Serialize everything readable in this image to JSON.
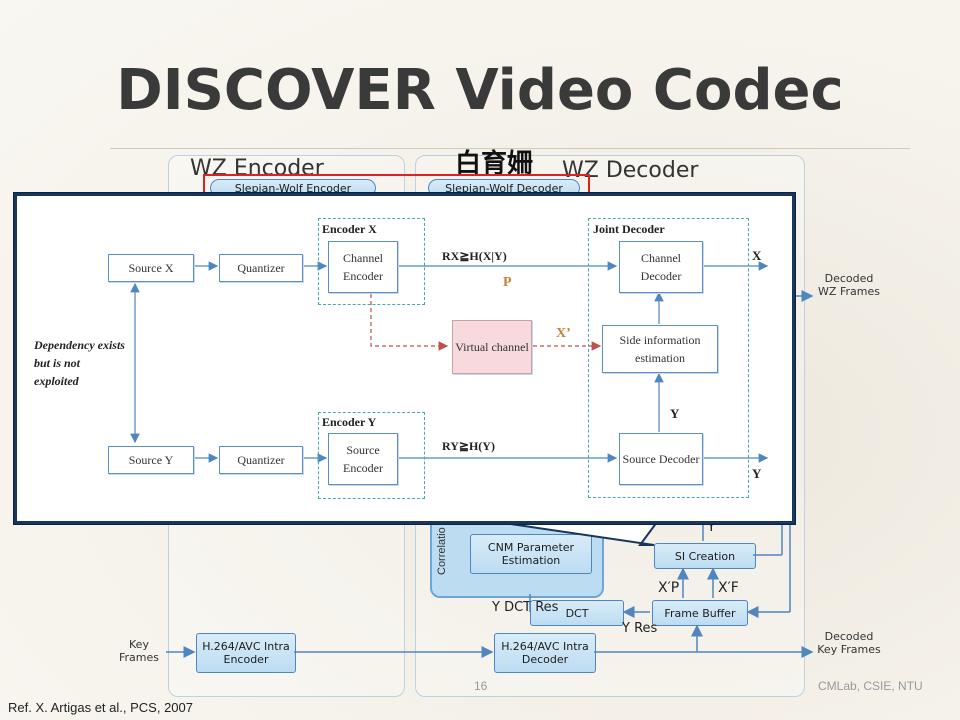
{
  "slide": {
    "title": "DISCOVER Video Codec",
    "chinese_title": "白育姍",
    "reference": "Ref. X. Artigas et al., PCS, 2007",
    "page_number": "16",
    "footer_right": "CMLab, CSIE, NTU"
  },
  "background_diagram": {
    "wz_encoder_label": "WZ Encoder",
    "wz_decoder_label": "WZ Decoder",
    "slepian_wolf_encoder": "Slepian-Wolf Encoder",
    "slepian_wolf_decoder": "Slepian-Wolf Decoder",
    "decoded_wz_frames": "Decoded WZ Frames",
    "correlation_label": "Correlatio",
    "cnm_parameter_estimation": "CNM Parameter Estimation",
    "si_creation": "SI Creation",
    "dct": "DCT",
    "frame_buffer": "Frame Buffer",
    "key_frames": "Key Frames",
    "h264_intra_encoder": "H.264/AVC Intra Encoder",
    "h264_intra_decoder": "H.264/AVC Intra Decoder",
    "decoded_key_frames": "Decoded Key Frames",
    "y_label": "Y",
    "xp_label": "X′P",
    "xf_label": "X′F",
    "y_dct_res": "Y DCT Res",
    "y_res": "Y Res",
    "colors": {
      "box_border": "#4f86bf",
      "box_fill": "#bcdcf2",
      "red_frame": "#dd2222"
    }
  },
  "popup_diagram": {
    "source_x": "Source X",
    "source_y": "Source Y",
    "quantizer_top": "Quantizer",
    "quantizer_bottom": "Quantizer",
    "encoder_x_label": "Encoder X",
    "encoder_y_label": "Encoder Y",
    "channel_encoder": "Channel Encoder",
    "source_encoder": "Source Encoder",
    "virtual_channel": "Virtual channel",
    "joint_decoder_label": "Joint Decoder",
    "channel_decoder": "Channel Decoder",
    "side_information_estimation": "Side information estimation",
    "source_decoder": "Source Decoder",
    "rate_x": "RX≧H(X|Y)",
    "rate_y": "RY≧H(Y)",
    "p_label": "P",
    "x_prime_label": "X’",
    "x_out": "X",
    "y_out": "Y",
    "y_mid": "Y",
    "dependency_note": "Dependency exists but is not exploited",
    "colors": {
      "frame": "#17365d",
      "box_border": "#5a8fc8",
      "dashed_teal": "#4ca6b8",
      "red_dashed": "#c0504d",
      "p_color": "#c5813a"
    }
  }
}
